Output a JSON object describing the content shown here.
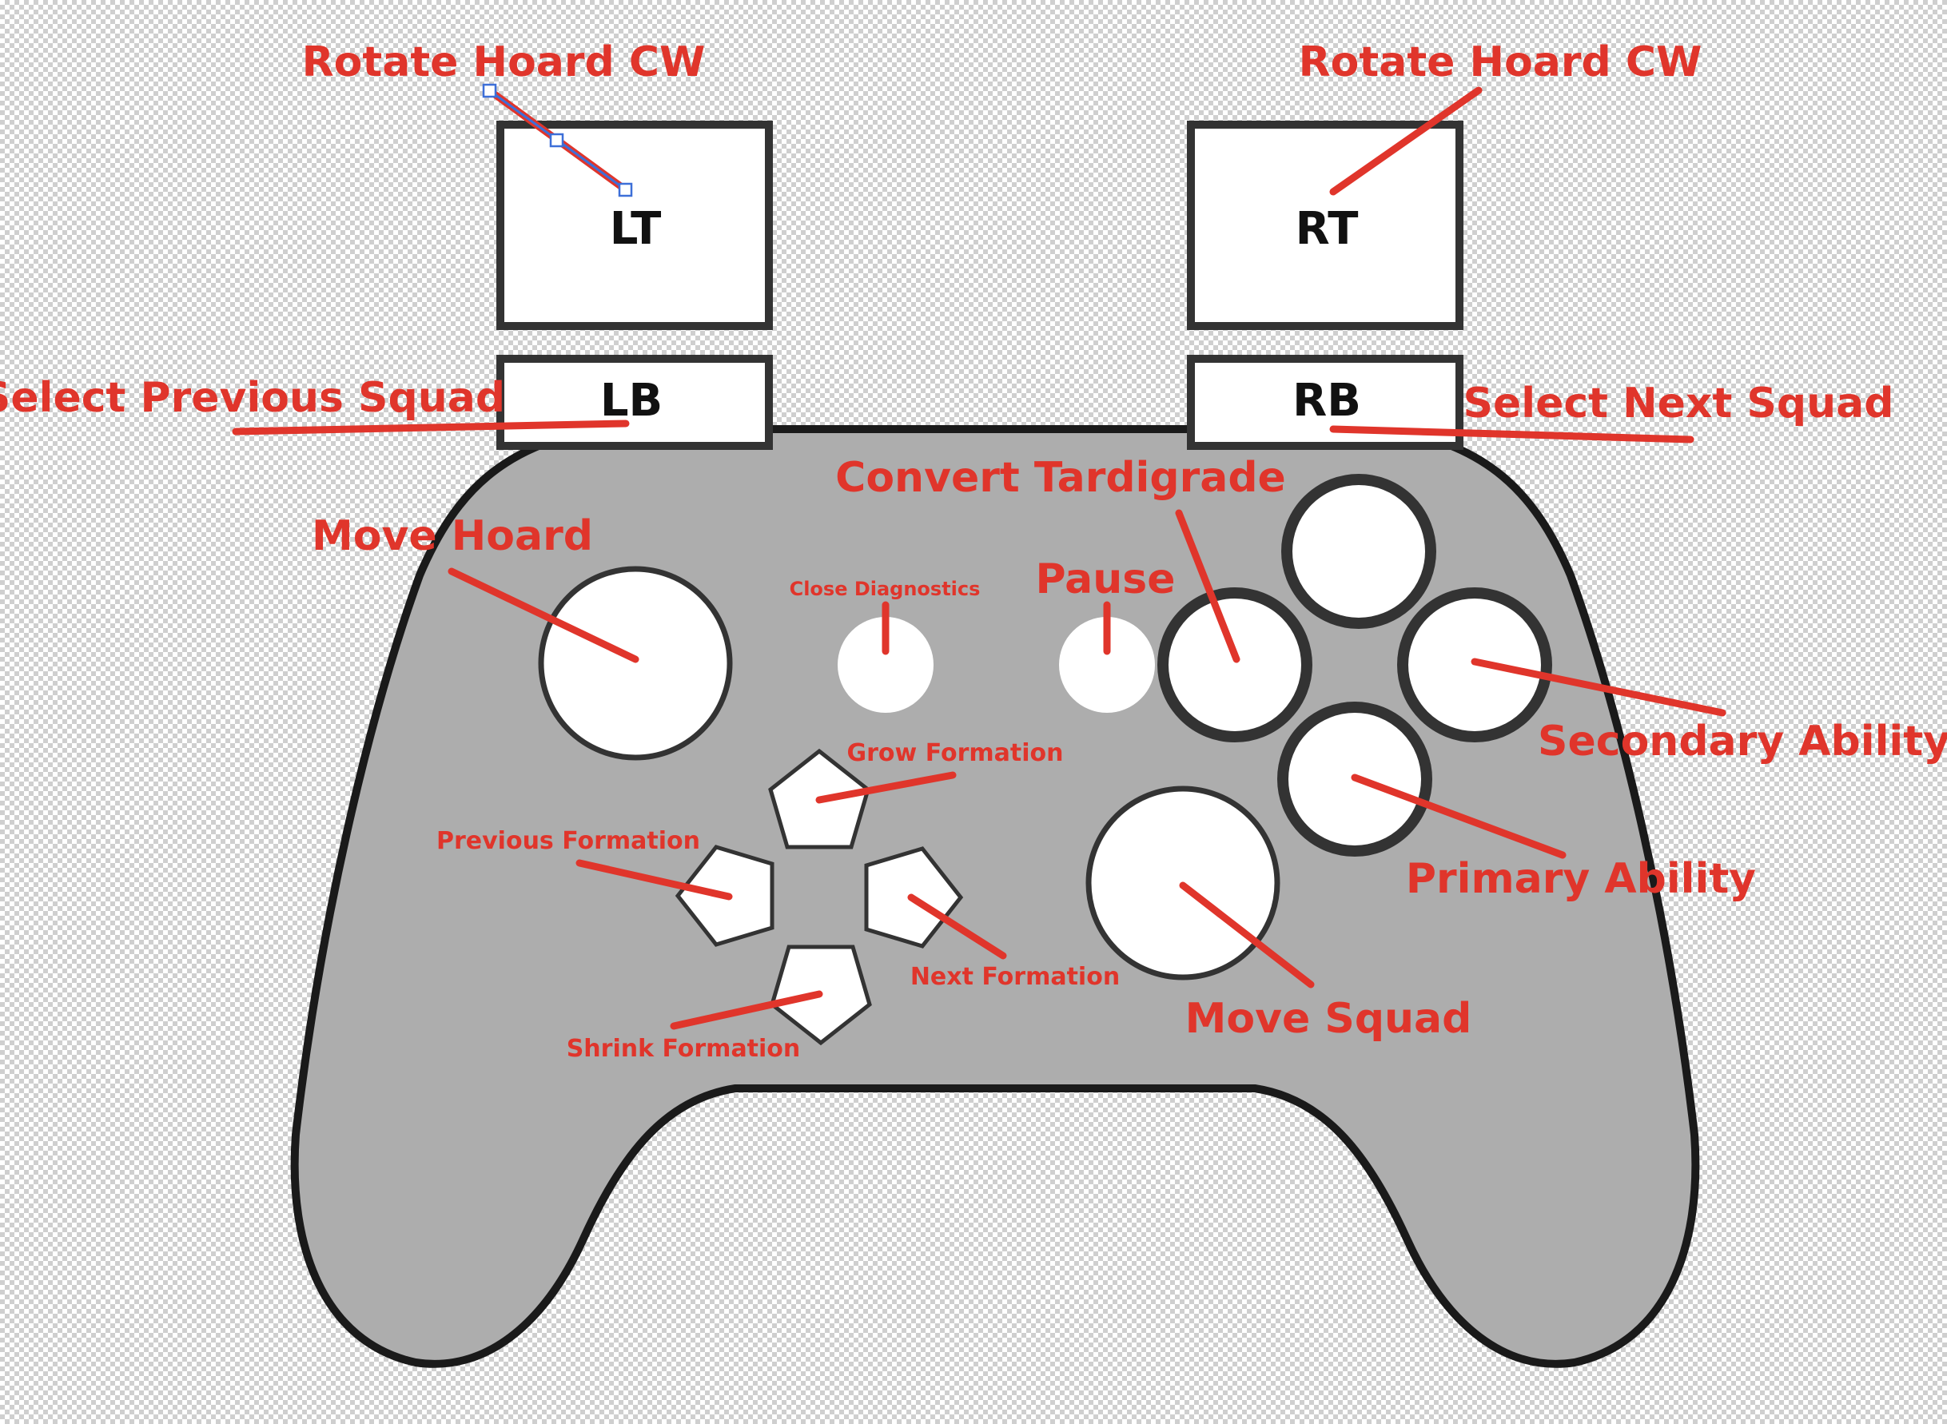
{
  "colors": {
    "controller_body": "#adadad",
    "controller_outline": "#1a1a1a",
    "button_fill": "#ffffff",
    "button_outline": "#333333",
    "callout_red": "#e0352b",
    "selection_blue": "#3d6fd8"
  },
  "buttons": {
    "lt": "LT",
    "rt": "RT",
    "lb": "LB",
    "rb": "RB"
  },
  "callouts": {
    "lt": "Rotate Hoard CW",
    "rt": "Rotate Hoard CW",
    "lb": "Select Previous Squad",
    "rb": "Select Next Squad",
    "left_stick": "Move Hoard",
    "back": "Close Diagnostics",
    "start": "Pause",
    "face_left": "Convert Tardigrade",
    "face_right": "Secondary Ability",
    "face_bottom": "Primary Ability",
    "right_stick": "Move Squad",
    "dpad_up": "Grow Formation",
    "dpad_left": "Previous Formation",
    "dpad_right": "Next Formation",
    "dpad_down": "Shrink Formation"
  }
}
